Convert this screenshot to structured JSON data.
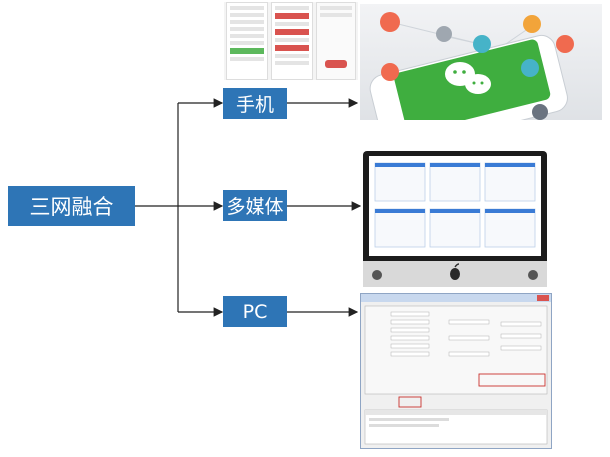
{
  "diagram": {
    "root": "三网融合",
    "branches": [
      {
        "label": "手机"
      },
      {
        "label": "多媒体"
      },
      {
        "label": "PC"
      }
    ]
  },
  "colors": {
    "box": "#2e75b6",
    "box_text": "#ffffff",
    "line": "#222222",
    "wechat_green": "#4cc04c"
  },
  "icons": [
    "wechat-icon",
    "apple-logo-icon",
    "phone-icon",
    "monitor-icon"
  ]
}
